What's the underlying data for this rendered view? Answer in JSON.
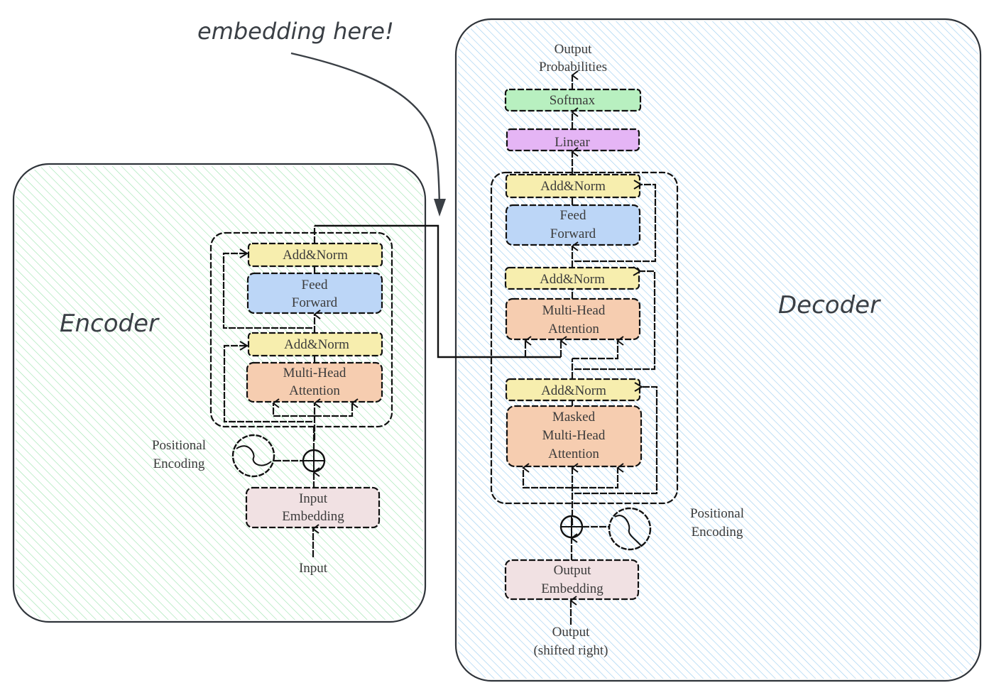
{
  "annotation": {
    "text": "embedding here!",
    "arrow_target": "encoder-decoder connection"
  },
  "colors": {
    "encoder_fill": "#d9f5dd",
    "encoder_hatch": "#8fe0a3",
    "decoder_fill": "#dcecfb",
    "decoder_hatch": "#8cc6ee",
    "outline": "#2f343a",
    "add_norm": "#f7eeae",
    "feed_forward": "#bcd6f7",
    "attention": "#f6cdb0",
    "embedding": "#f1e1e3",
    "linear": "#e5b5f5",
    "softmax": "#b8f0c0"
  },
  "encoder": {
    "title": "Encoder",
    "blocks": {
      "add_norm_top": "Add&Norm",
      "feed_forward": [
        "Feed",
        "Forward"
      ],
      "add_norm_bottom": "Add&Norm",
      "attention": [
        "Multi-Head",
        "Attention"
      ],
      "embedding": [
        "Input",
        "Embedding"
      ]
    },
    "positional_encoding": [
      "Positional",
      "Encoding"
    ],
    "input_label": "Input"
  },
  "decoder": {
    "title": "Decoder",
    "output_label": [
      "Output",
      "Probabilities"
    ],
    "blocks": {
      "softmax": "Softmax",
      "linear": "Linear",
      "add_norm_top": "Add&Norm",
      "feed_forward": [
        "Feed",
        "Forward"
      ],
      "add_norm_mid": "Add&Norm",
      "cross_attention": [
        "Multi-Head",
        "Attention"
      ],
      "add_norm_bottom": "Add&Norm",
      "masked_attention": [
        "Masked",
        "Multi-Head",
        "Attention"
      ],
      "embedding": [
        "Output",
        "Embedding"
      ]
    },
    "positional_encoding": [
      "Positional",
      "Encoding"
    ],
    "input_label": [
      "Output",
      "(shifted right)"
    ]
  }
}
